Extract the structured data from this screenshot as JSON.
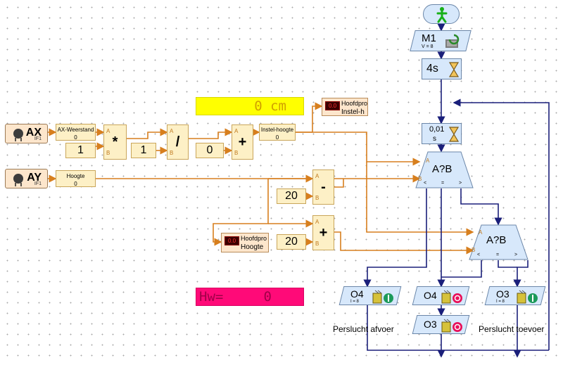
{
  "sensors": {
    "ax": {
      "name": "AX",
      "port": "IF1"
    },
    "ay": {
      "name": "AY",
      "port": "IF1"
    }
  },
  "inputs": {
    "ax_weerstand": {
      "label": "AX-Weerstand",
      "value": "0"
    },
    "hoogte": {
      "label": "Hoogte",
      "value": "0"
    },
    "instel_hoogte": {
      "label": "Instel-hoogte",
      "value": "0"
    }
  },
  "constants": {
    "mul_const": "1",
    "div_const": "1",
    "add_const": "0",
    "sub_const": "20",
    "plus_const": "20"
  },
  "operators": {
    "multiply": "*",
    "divide": "/",
    "add": "+",
    "subtract": "-",
    "plus": "+",
    "port_a": "A",
    "port_b": "B"
  },
  "displays": {
    "distance": "0 cm",
    "hw": "Hw=     0"
  },
  "variables": {
    "instel_h": {
      "icon_text": "0.0",
      "line1": "Hoofdpro",
      "line2": "Instel-h"
    },
    "hoogte": {
      "icon_text": "0.0",
      "line1": "Hoofdpro",
      "line2": "Hoogte"
    }
  },
  "flow": {
    "motor": {
      "name": "M1",
      "sub": "V = 8"
    },
    "wait1": {
      "value": "4s"
    },
    "wait2": {
      "value": "0,01",
      "unit": "s"
    },
    "compare1": {
      "label": "A?B",
      "a": "A",
      "b": "B",
      "lt": "<",
      "eq": "=",
      "gt": ">"
    },
    "compare2": {
      "label": "A?B",
      "a": "A",
      "b": "B",
      "lt": "<",
      "eq": "=",
      "gt": ">"
    },
    "outputs": [
      {
        "name": "O4",
        "sub": "I = 8",
        "state": "on"
      },
      {
        "name": "O4",
        "sub": "",
        "state": "off"
      },
      {
        "name": "O3",
        "sub": "I = 8",
        "state": "on"
      },
      {
        "name": "O3",
        "sub": "",
        "state": "off"
      }
    ],
    "labels": {
      "afvoer": "Perslucht afvoer",
      "toevoer": "Perslucht toevoer"
    }
  },
  "colors": {
    "data_wire": "#d77f1e",
    "flow_wire": "#1a1f7a",
    "lcd_yellow": "#ffff00",
    "lcd_pink": "#ff0a78",
    "block_fill": "#fdf0c6",
    "flow_fill": "#d7e8fb"
  }
}
